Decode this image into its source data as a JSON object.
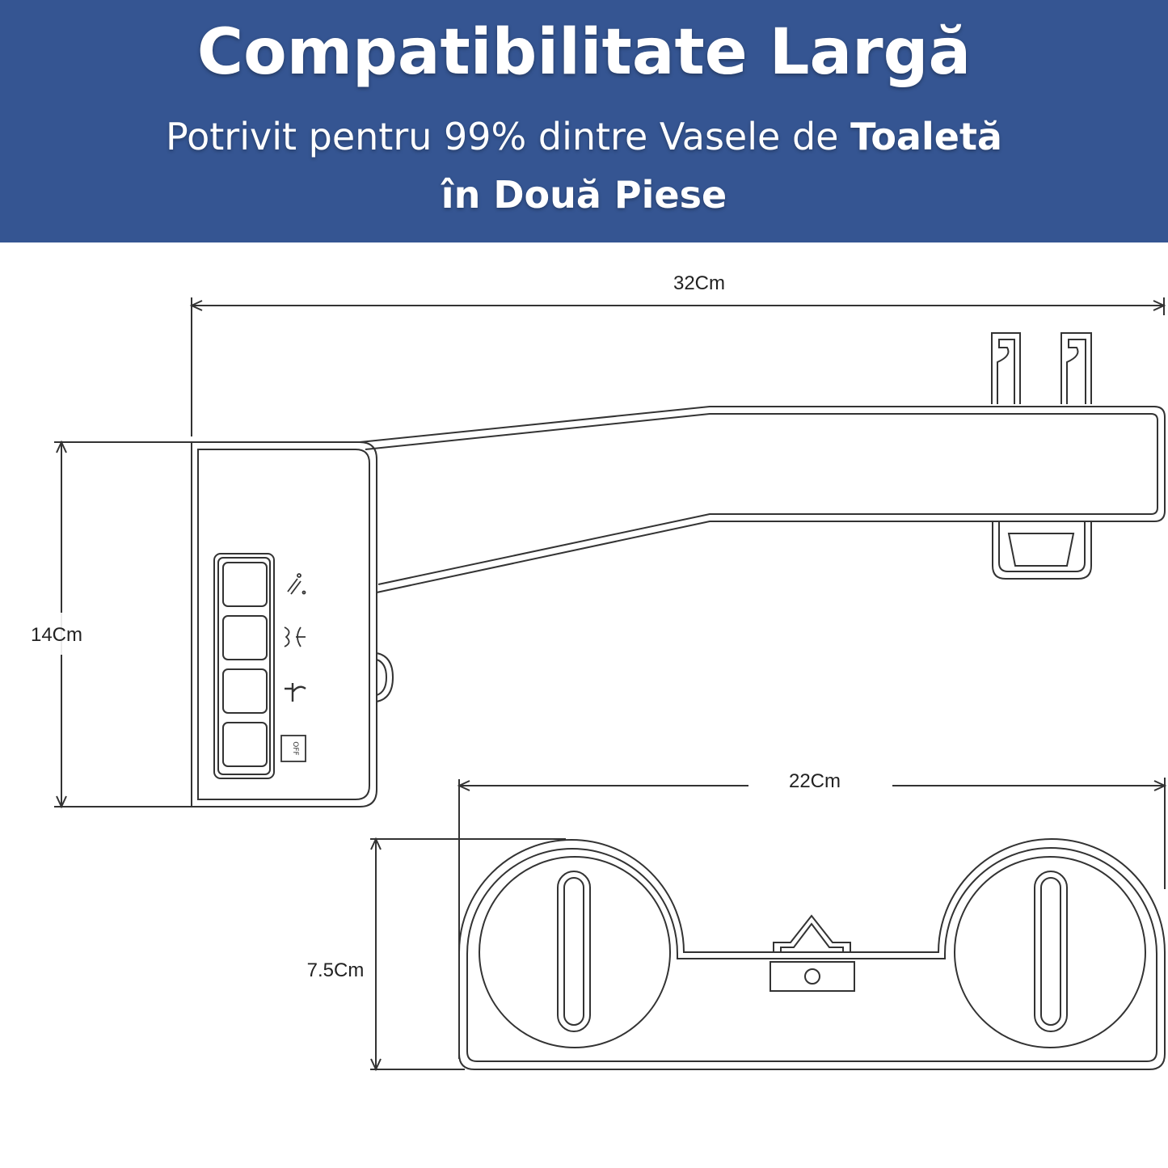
{
  "header": {
    "title": "Compatibilitate Largă",
    "subtitle_part1": "Potrivit pentru 99% dintre Vasele de ",
    "subtitle_bold": "Toaletă",
    "subtitle_line2": "în Două Piese"
  },
  "dimensions": {
    "length": "32Cm",
    "height": "14Cm",
    "width": "22Cm",
    "depth": "7.5Cm"
  },
  "panel": {
    "off_label": "OFF"
  },
  "colors": {
    "banner": "#355592",
    "text": "#ffffff",
    "line": "#333333"
  }
}
